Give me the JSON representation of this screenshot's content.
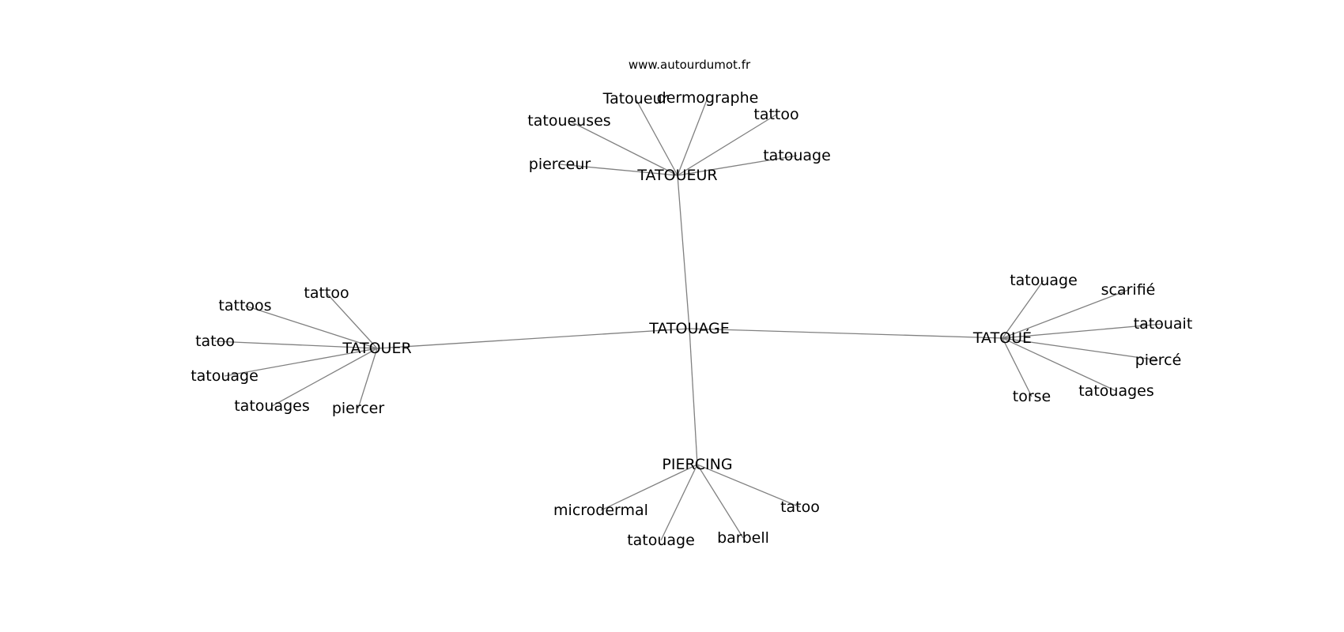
{
  "diagram": {
    "source": "www.autourdumot.fr",
    "nodes": [
      {
        "id": "tatouage_c",
        "label": "TATOUAGE"
      },
      {
        "id": "tatoueur_h",
        "label": "TATOUEUR"
      },
      {
        "id": "tatouer_h",
        "label": "TATOUER"
      },
      {
        "id": "tatoue_h",
        "label": "TATOUÉ"
      },
      {
        "id": "piercing_h",
        "label": "PIERCING"
      },
      {
        "id": "tu1",
        "label": "Tatoueur"
      },
      {
        "id": "tu2",
        "label": "dermographe"
      },
      {
        "id": "tu3",
        "label": "tatoueuses"
      },
      {
        "id": "tu4",
        "label": "tattoo"
      },
      {
        "id": "tu5",
        "label": "tatouage"
      },
      {
        "id": "tu6",
        "label": "pierceur"
      },
      {
        "id": "tr1",
        "label": "tattoo"
      },
      {
        "id": "tr2",
        "label": "tattoos"
      },
      {
        "id": "tr3",
        "label": "tatoo"
      },
      {
        "id": "tr4",
        "label": "tatouage"
      },
      {
        "id": "tr5",
        "label": "tatouages"
      },
      {
        "id": "tr6",
        "label": "piercer"
      },
      {
        "id": "te1",
        "label": "tatouage"
      },
      {
        "id": "te2",
        "label": "scarifié"
      },
      {
        "id": "te3",
        "label": "tatouait"
      },
      {
        "id": "te4",
        "label": "piercé"
      },
      {
        "id": "te5",
        "label": "tatouages"
      },
      {
        "id": "te6",
        "label": "torse"
      },
      {
        "id": "pi1",
        "label": "microdermal"
      },
      {
        "id": "pi2",
        "label": "tatoo"
      },
      {
        "id": "pi3",
        "label": "tatouage"
      },
      {
        "id": "pi4",
        "label": "barbell"
      }
    ],
    "edges": [
      [
        "tatouage_c",
        "tatoueur_h"
      ],
      [
        "tatouage_c",
        "tatouer_h"
      ],
      [
        "tatouage_c",
        "tatoue_h"
      ],
      [
        "tatouage_c",
        "piercing_h"
      ],
      [
        "tatoueur_h",
        "tu1"
      ],
      [
        "tatoueur_h",
        "tu2"
      ],
      [
        "tatoueur_h",
        "tu3"
      ],
      [
        "tatoueur_h",
        "tu4"
      ],
      [
        "tatoueur_h",
        "tu5"
      ],
      [
        "tatoueur_h",
        "tu6"
      ],
      [
        "tatouer_h",
        "tr1"
      ],
      [
        "tatouer_h",
        "tr2"
      ],
      [
        "tatouer_h",
        "tr3"
      ],
      [
        "tatouer_h",
        "tr4"
      ],
      [
        "tatouer_h",
        "tr5"
      ],
      [
        "tatouer_h",
        "tr6"
      ],
      [
        "tatoue_h",
        "te1"
      ],
      [
        "tatoue_h",
        "te2"
      ],
      [
        "tatoue_h",
        "te3"
      ],
      [
        "tatoue_h",
        "te4"
      ],
      [
        "tatoue_h",
        "te5"
      ],
      [
        "tatoue_h",
        "te6"
      ],
      [
        "piercing_h",
        "pi1"
      ],
      [
        "piercing_h",
        "pi2"
      ],
      [
        "piercing_h",
        "pi3"
      ],
      [
        "piercing_h",
        "pi4"
      ]
    ]
  }
}
